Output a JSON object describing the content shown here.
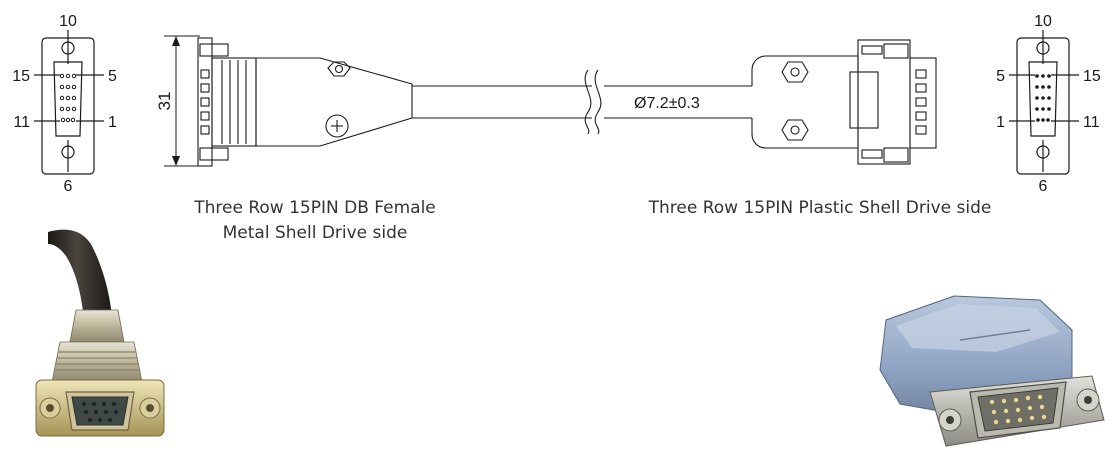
{
  "left_pinout": {
    "top_pin": "10",
    "upper_left_pin": "15",
    "upper_right_pin": "5",
    "lower_left_pin": "11",
    "lower_right_pin": "1",
    "bottom_pin": "6"
  },
  "right_pinout": {
    "top_pin": "10",
    "upper_left_pin": "5",
    "upper_right_pin": "15",
    "lower_left_pin": "1",
    "lower_right_pin": "11",
    "bottom_pin": "6"
  },
  "dimensions": {
    "connector_height": "31",
    "cable_diameter": "Ø7.2±0.3"
  },
  "captions": {
    "left_line1": "Three Row 15PIN DB Female",
    "left_line2": "Metal Shell Drive side",
    "right_line1": "Three Row 15PIN Plastic Shell Drive side"
  },
  "colors": {
    "line": "#1a1a1a",
    "metal_shell": "#c9c2a8",
    "plastic_shell": "#8fa4c4",
    "cable": "#2b2622"
  }
}
